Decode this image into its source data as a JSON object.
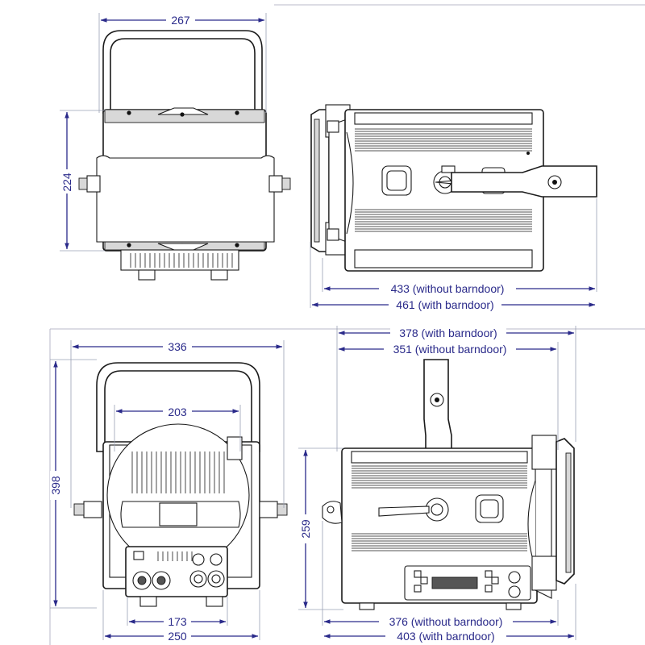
{
  "colors": {
    "dimension": "#2a2a8a",
    "outline": "#1a1a1a",
    "fin": "#d8d8d8"
  },
  "views": {
    "top_left": {
      "dim_width": "267",
      "dim_height": "224"
    },
    "top_right": {
      "dim_length_without": "433 (without barndoor)",
      "dim_length_with": "461 (with barndoor)"
    },
    "bottom_left": {
      "dim_total_width": "336",
      "dim_lens_width": "203",
      "dim_height": "398",
      "dim_base_inner": "173",
      "dim_base_outer": "250"
    },
    "bottom_right": {
      "dim_top_with": "378 (with barndoor)",
      "dim_top_without": "351 (without barndoor)",
      "dim_height": "259",
      "dim_bottom_without": "376 (without barndoor)",
      "dim_bottom_with": "403 (with barndoor)"
    }
  }
}
